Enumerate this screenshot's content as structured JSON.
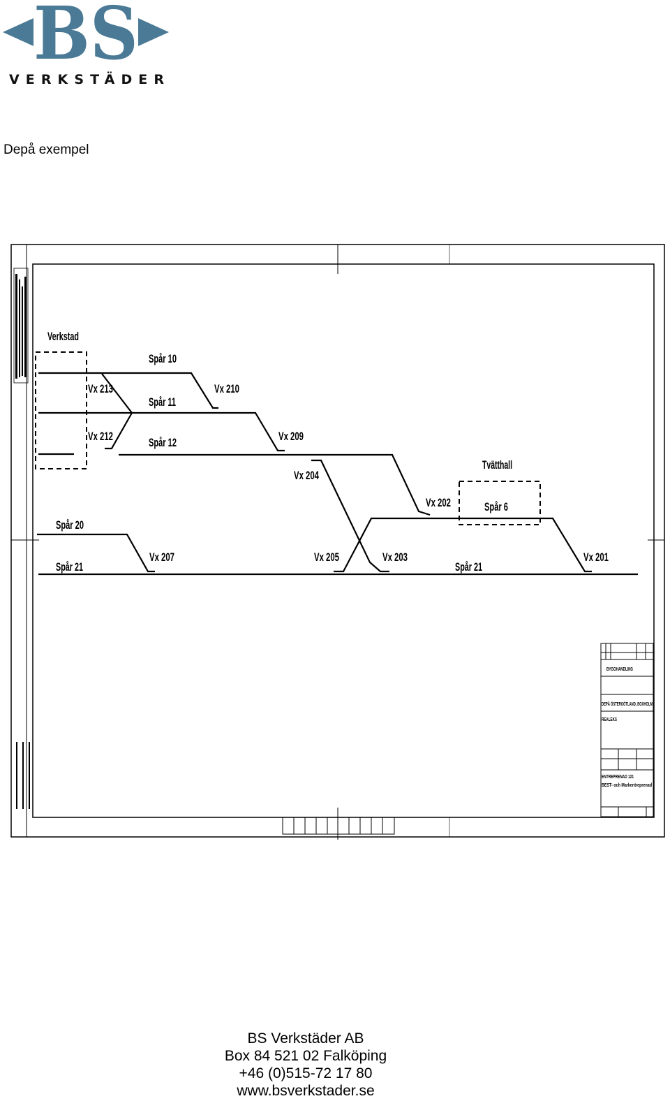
{
  "logo": {
    "monogram": "BS",
    "wordmark": "VERKSTÄDER",
    "color": "#4a7a95"
  },
  "heading": "Depå exempel",
  "drawing": {
    "labels": {
      "verkstad": "Verkstad",
      "spar10": "Spår 10",
      "spar11": "Spår 11",
      "spar12": "Spår 12",
      "spar20": "Spår 20",
      "spar21_left": "Spår 21",
      "spar21_right": "Spår 21",
      "spar6": "Spår 6",
      "tvatthall": "Tvätthall",
      "vx213": "Vx 213",
      "vx212": "Vx 212",
      "vx210": "Vx 210",
      "vx209": "Vx 209",
      "vx204": "Vx 204",
      "vx202": "Vx 202",
      "vx207": "Vx 207",
      "vx205": "Vx 205",
      "vx203": "Vx 203",
      "vx201": "Vx 201"
    },
    "title_block": {
      "byggh": "BYGGHANDLING",
      "project": "DEPÅ ÖSTERGÖTLAND, BOXHOLM",
      "realeks": "REALEKS",
      "entreprenad": "ENTREPRENAD 121",
      "desc": "BEST- och Markentreprenad"
    }
  },
  "footer": {
    "company": "BS Verkstäder AB",
    "address": "Box 84 521 02 Falköping",
    "phone": "+46 (0)515-72 17 80",
    "web": "www.bsverkstader.se"
  }
}
